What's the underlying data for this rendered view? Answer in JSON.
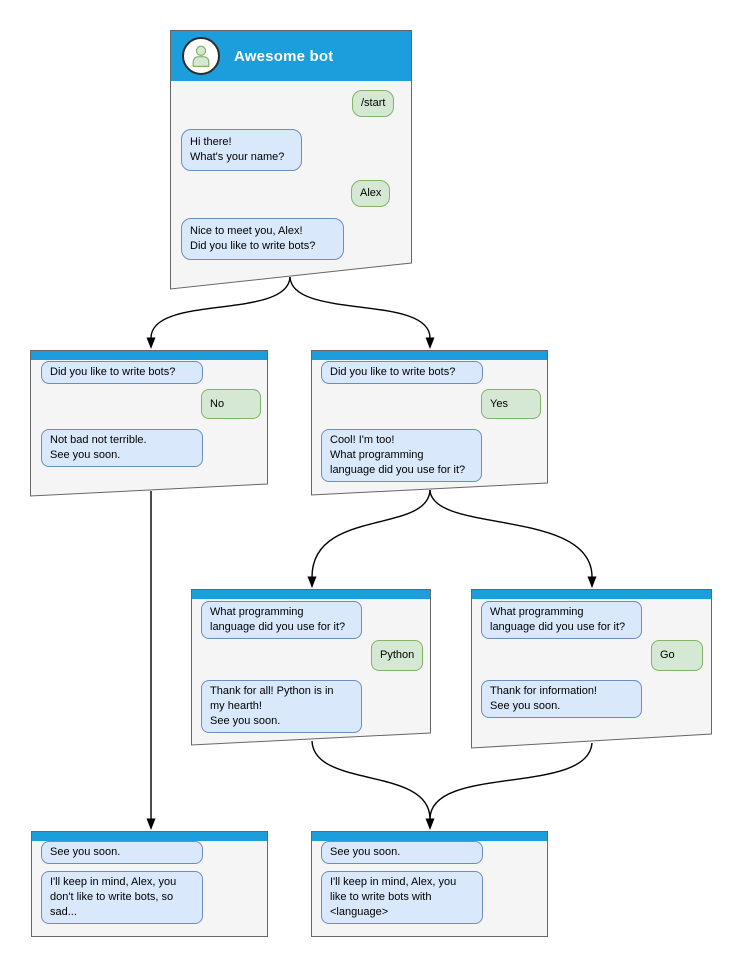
{
  "colors": {
    "header_blue": "#1c9ddc",
    "window_bg": "#f5f5f5",
    "window_border": "#666666",
    "bot_bubble_bg": "#dae8fc",
    "bot_bubble_border": "#6c8ebf",
    "user_bubble_bg": "#d5e8d4",
    "user_bubble_border": "#82b366",
    "edge_color": "#000000"
  },
  "windows": {
    "start": {
      "title": "Awesome bot",
      "messages": [
        {
          "from": "user",
          "text": "/start"
        },
        {
          "from": "bot",
          "text": "Hi there!\nWhat's your name?"
        },
        {
          "from": "user",
          "text": "Alex"
        },
        {
          "from": "bot",
          "text": "Nice to meet you, Alex!\nDid you like to write bots?"
        }
      ]
    },
    "branch_no": {
      "messages": [
        {
          "from": "bot",
          "text": "Did you like to write bots?"
        },
        {
          "from": "user",
          "text": "No"
        },
        {
          "from": "bot",
          "text": "Not bad not terrible.\nSee you soon."
        }
      ]
    },
    "branch_yes": {
      "messages": [
        {
          "from": "bot",
          "text": "Did you like to write bots?"
        },
        {
          "from": "user",
          "text": "Yes"
        },
        {
          "from": "bot",
          "text": "Cool! I'm too!\nWhat programming\nlanguage did you use for it?"
        }
      ]
    },
    "lang_python": {
      "messages": [
        {
          "from": "bot",
          "text": "What programming\nlanguage did you use for it?"
        },
        {
          "from": "user",
          "text": "Python"
        },
        {
          "from": "bot",
          "text": "Thank for all! Python is in\nmy hearth!\nSee you soon."
        }
      ]
    },
    "lang_go": {
      "messages": [
        {
          "from": "bot",
          "text": "What programming\nlanguage did you use for it?"
        },
        {
          "from": "user",
          "text": "Go"
        },
        {
          "from": "bot",
          "text": "Thank for information!\nSee you soon."
        }
      ]
    },
    "end_no": {
      "messages": [
        {
          "from": "bot",
          "text": "See you soon."
        },
        {
          "from": "bot",
          "text": "I'll keep in mind, Alex, you\ndon't like to write bots, so\nsad..."
        }
      ]
    },
    "end_yes": {
      "messages": [
        {
          "from": "bot",
          "text": "See you soon."
        },
        {
          "from": "bot",
          "text": "I'll keep in mind, Alex, you\nlike to write bots with\n<language>"
        }
      ]
    }
  }
}
